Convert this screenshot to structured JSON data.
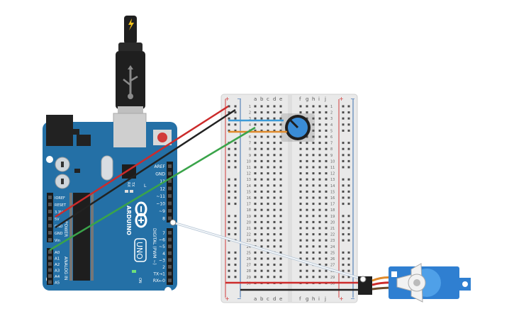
{
  "colors": {
    "board": "#2470a6",
    "board_dark": "#1b5a89",
    "breadboard": "#e9e9e9",
    "rail_red": "#d23a3a",
    "rail_blue": "#3a6fb0",
    "wire_red": "#cc2b2b",
    "wire_black": "#222222",
    "wire_green": "#3aa44a",
    "wire_signal": "#e8eef5",
    "knob_blue": "#3a8cd6",
    "servo_blue": "#2f7fd1",
    "servo_horn": "#f2f2f2",
    "short_orange": "#e08a2b",
    "short_blue": "#3c9bd8"
  },
  "icons": {
    "usb_cable": "usb-cable-icon",
    "usb_symbol": "usb-symbol-icon",
    "lightning": "lightning-icon",
    "arduino_logo": "arduino-infinity-icon"
  },
  "arduino": {
    "brand": "ARDUINO",
    "model": "UNO",
    "on_label": "ON",
    "power_label": "POWER",
    "analog_label": "ANALOG IN",
    "digital_label": "DIGITAL (PWM ~)",
    "l_label": "L",
    "tx_label": "TX",
    "rx_label": "RX",
    "power_pins": [
      "IOREF",
      "RESET",
      "3.3V",
      "5V",
      "GND",
      "GND",
      "Vin"
    ],
    "analog_pins": [
      "A0",
      "A1",
      "A2",
      "A3",
      "A4",
      "A5"
    ],
    "digital_pins": [
      "AREF",
      "GND",
      "13",
      "12",
      "~11",
      "~10",
      "~9",
      "8",
      "7",
      "~6",
      "~5",
      "4",
      "~3",
      "2",
      "TX→1",
      "RX←0"
    ]
  },
  "breadboard": {
    "plus": "+",
    "minus": "−",
    "cols_left": [
      "a",
      "b",
      "c",
      "d",
      "e"
    ],
    "cols_right": [
      "f",
      "g",
      "h",
      "i",
      "j"
    ],
    "rows": 30
  }
}
